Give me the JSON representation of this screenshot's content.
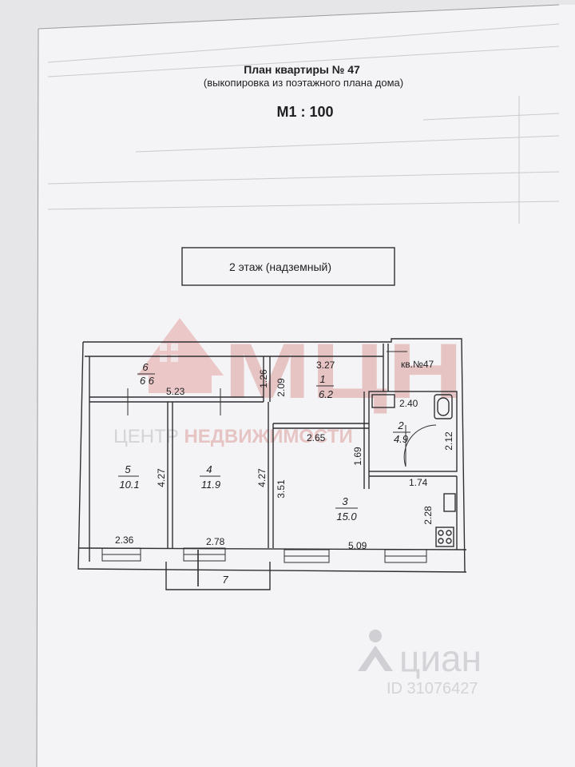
{
  "document": {
    "title": "План квартиры  № 47",
    "subtitle": "(выкопировка из поэтажного плана дома)",
    "scale": "М1 : 100",
    "floor_label": "2 этаж (надземный)"
  },
  "plan": {
    "apartment_label": "кв.№47",
    "rooms": [
      {
        "number": "1",
        "area": "6.2"
      },
      {
        "number": "2",
        "area": "4.9"
      },
      {
        "number": "3",
        "area": "15.0"
      },
      {
        "number": "4",
        "area": "11.9"
      },
      {
        "number": "5",
        "area": "10.1"
      },
      {
        "number": "6",
        "area": "6 6"
      },
      {
        "number": "7",
        "area": ""
      }
    ],
    "dimensions": [
      "3.27",
      "1.26",
      "5.23",
      "2.09",
      "2.40",
      "2.65",
      "2.12",
      "1.69",
      "4.27",
      "4.27",
      "3.51",
      "1.74",
      "2.28",
      "2.36",
      "2.78",
      "5.09"
    ]
  },
  "watermarks": {
    "logo_letters": "МЦН",
    "logo_caption_a": "ЦЕНТР ",
    "logo_caption_b": "НЕДВИЖИМОСТИ",
    "cian_brand": "циан",
    "cian_id": "ID 31076427"
  }
}
